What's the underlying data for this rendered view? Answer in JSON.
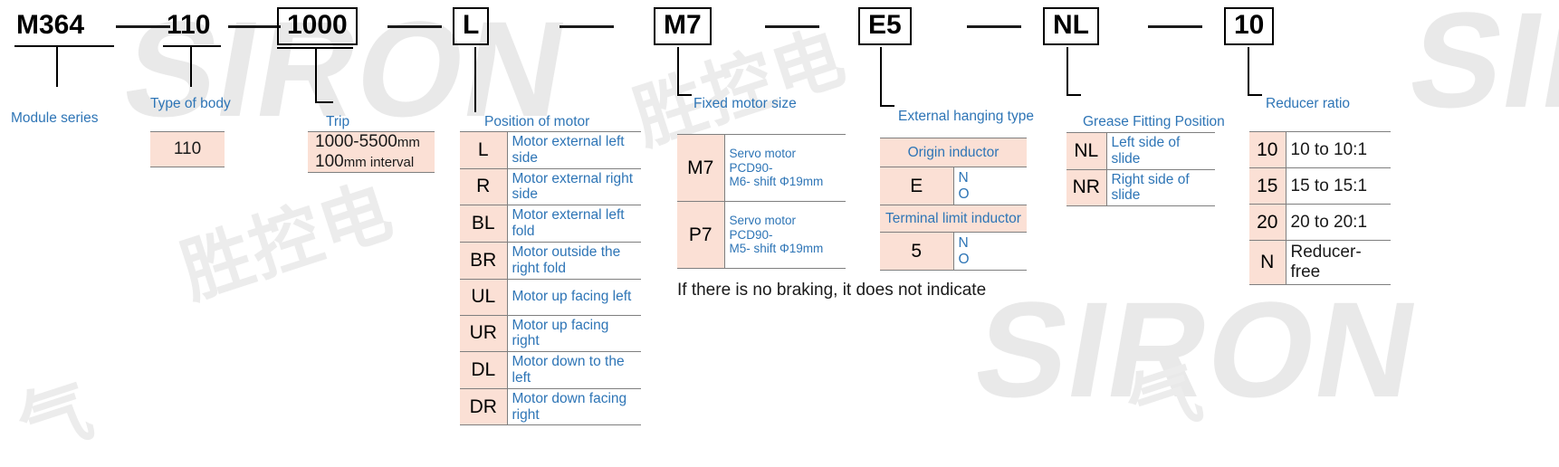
{
  "part_number": {
    "segments": [
      {
        "code": "M364",
        "boxed": false
      },
      {
        "code": "110",
        "boxed": false
      },
      {
        "code": "1000",
        "boxed": true
      },
      {
        "code": "L",
        "boxed": true
      },
      {
        "code": "M7",
        "boxed": true
      },
      {
        "code": "E5",
        "boxed": true
      },
      {
        "code": "NL",
        "boxed": true
      },
      {
        "code": "10",
        "boxed": true
      }
    ]
  },
  "captions": {
    "module_series": "Module series",
    "type_of_body": "Type of body",
    "trip": "Trip",
    "position_of_motor": "Position of motor",
    "fixed_motor_size": "Fixed motor size",
    "external_hanging_type": "External hanging type",
    "grease_fitting_position": "Grease Fitting Position",
    "reducer_ratio": "Reducer ratio"
  },
  "type_of_body": {
    "value": "110"
  },
  "trip": {
    "line1": "1000-5500",
    "line1_unit": "mm",
    "line2": "100",
    "line2_unit": "mm interval"
  },
  "position_of_motor": {
    "rows": [
      {
        "code": "L",
        "desc": "Motor external left side"
      },
      {
        "code": "R",
        "desc": "Motor external right side"
      },
      {
        "code": "BL",
        "desc": "Motor external left fold"
      },
      {
        "code": "BR",
        "desc": "Motor outside the right fold"
      },
      {
        "code": "UL",
        "desc": "Motor up facing left"
      },
      {
        "code": "UR",
        "desc": "Motor up facing right"
      },
      {
        "code": "DL",
        "desc": "Motor down to the left"
      },
      {
        "code": "DR",
        "desc": "Motor down facing right"
      }
    ]
  },
  "fixed_motor_size": {
    "rows": [
      {
        "code": "M7",
        "desc_line1": "Servo motor PCD90-",
        "desc_line2": "M6- shift Φ19mm"
      },
      {
        "code": "P7",
        "desc_line1": "Servo motor PCD90-",
        "desc_line2": "M5- shift Φ19mm"
      }
    ]
  },
  "external_hanging_type": {
    "group1_label": "Origin inductor",
    "group1_rows": [
      {
        "code": "E",
        "desc_line1": "N",
        "desc_line2": "O"
      }
    ],
    "group2_label": "Terminal limit inductor",
    "group2_rows": [
      {
        "code": "5",
        "desc_line1": "N",
        "desc_line2": "O"
      }
    ]
  },
  "note": "If there is no braking, it does not indicate",
  "grease_fitting_position": {
    "rows": [
      {
        "code": "NL",
        "desc": "Left side of slide"
      },
      {
        "code": "NR",
        "desc": "Right side of slide"
      }
    ]
  },
  "reducer_ratio": {
    "rows": [
      {
        "code": "10",
        "desc": "10 to 10:1"
      },
      {
        "code": "15",
        "desc": "15  to 15:1"
      },
      {
        "code": "20",
        "desc": "20  to 20:1"
      },
      {
        "code": "N",
        "desc": "Reducer-free"
      }
    ]
  },
  "watermark": {
    "brand": "SIRON",
    "cn_1": "胜控电",
    "cn_2": "气"
  },
  "colors": {
    "caption_blue": "#2E75B6",
    "key_fill": "#FBE0D5",
    "rule": "#7f7f7f",
    "ink": "#000000"
  }
}
